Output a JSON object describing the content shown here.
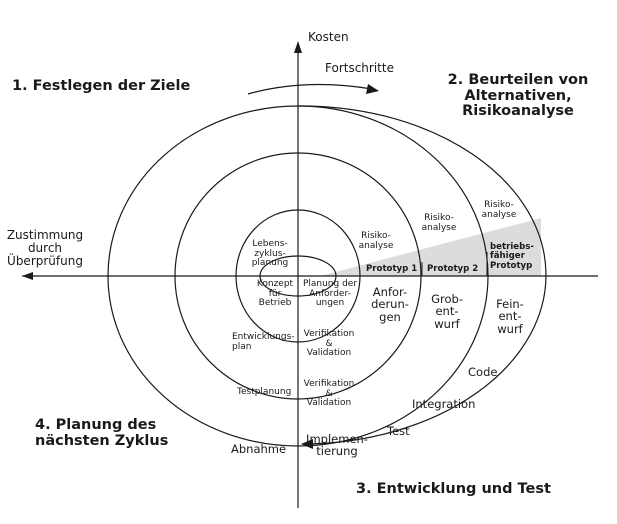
{
  "axes": {
    "top": "Kosten",
    "left": "Zustimmung\ndurch\nÜberprüfung"
  },
  "progress_label": "Fortschritte",
  "quadrants": {
    "q1": "1. Festlegen der Ziele",
    "q2": "2. Beurteilen von\nAlternativen,\nRisikoanalyse",
    "q3": "3. Entwicklung und Test",
    "q4": "4. Planung des\nnächsten Zyklus"
  },
  "risk": [
    "Risiko-\nanalyse",
    "Risiko-\nanalyse",
    "Risiko-\nanalyse"
  ],
  "prototypes": [
    "Prototyp 1",
    "Prototyp 2",
    "betriebs-\nfähiger\nPrototyp"
  ],
  "planning": {
    "lifecycle": "Lebens-\nzyklus-\nplanung",
    "concept": "Konzept\nfür\nBetrieb",
    "requirements_plan": "Planung der\nAnforder-\nungen",
    "dev_plan": "Entwicklungs-\nplan",
    "test_plan": "Testplanung",
    "vv1": "Verifikation\n&\nValidation",
    "vv2": "Verifikation\n&\nValidation",
    "acceptance": "Abnahme"
  },
  "development": {
    "requirements": "Anfor-\nderun-\ngen",
    "coarse_design": "Grob-\nent-\nwurf",
    "detailed_design": "Fein-\nent-\nwurf",
    "code": "Code",
    "integration": "Integration",
    "test": "Test",
    "implementation": "Implemen-\ntierung"
  }
}
